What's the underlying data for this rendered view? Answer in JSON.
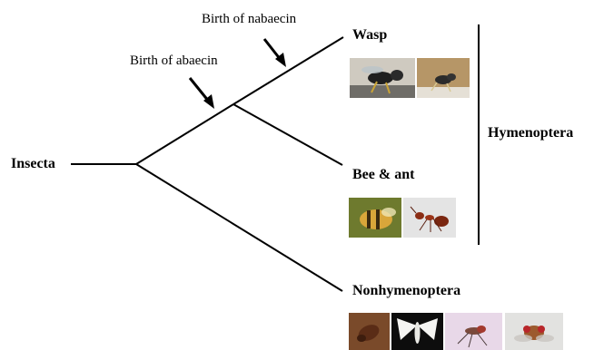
{
  "labels": {
    "root": "Insecta",
    "wasp": "Wasp",
    "bee_ant": "Bee & ant",
    "nonhymenoptera": "Nonhymenoptera",
    "group": "Hymenoptera"
  },
  "annotations": {
    "abaecin": "Birth of abaecin",
    "nabaecin": "Birth of nabaecin"
  },
  "photos": {
    "wasp": [
      "wasp-photo-1",
      "wasp-photo-2"
    ],
    "bee_ant": [
      "bee-photo",
      "ant-photo"
    ],
    "nonhymenoptera": [
      "beetle-photo",
      "moth-photo",
      "mosquito-photo",
      "fly-photo"
    ]
  },
  "colors": {
    "line": "#000000",
    "background": "#ffffff"
  }
}
